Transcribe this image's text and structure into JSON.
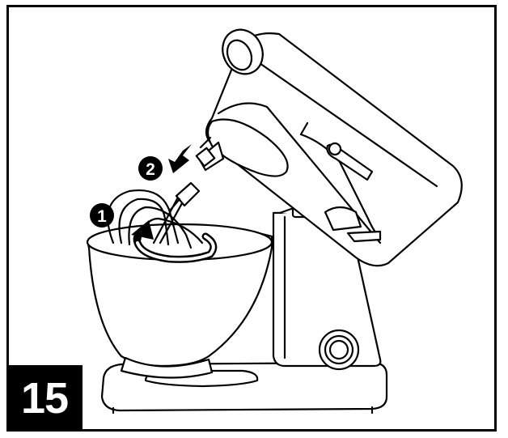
{
  "step": {
    "number": "15"
  },
  "callouts": [
    {
      "label": "1",
      "action": "rotate-arrow-icon"
    },
    {
      "label": "2",
      "action": "push-down-arrow-icon"
    }
  ],
  "colors": {
    "line": "#000000",
    "background": "#ffffff",
    "badge": "#000000"
  }
}
